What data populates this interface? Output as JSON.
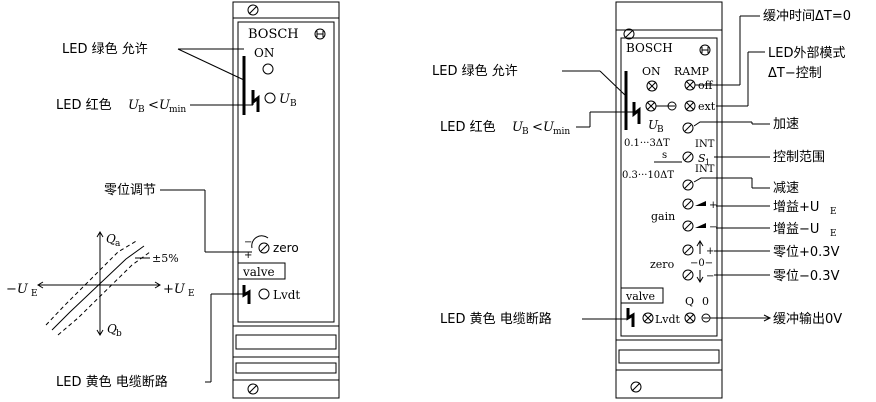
{
  "left_module": {
    "brand": "BOSCH",
    "on_label": "ON",
    "ub_label": "U",
    "ub_sub": "B",
    "zero_label": "zero",
    "valve_label": "valve",
    "lvdt_label": "Lvdt",
    "minus": "−",
    "plus": "+"
  },
  "left_callouts": {
    "led_green": "LED 绿色  允许",
    "led_red_prefix": "LED 红色  ",
    "led_red_U": "U",
    "led_red_sub": "B",
    "led_red_lt": "<",
    "led_red_U2": "U",
    "led_red_sub2": "min",
    "zero_adjust": "零位调节",
    "led_yellow": "LED 黄色   电缆断路"
  },
  "graph": {
    "qa": "Q",
    "qa_sub": "a",
    "qb": "Q",
    "qb_sub": "b",
    "minus_ue": "−U",
    "minus_ue_sub": "E",
    "plus_ue": "+U",
    "plus_ue_sub": "E",
    "pct": "±5%"
  },
  "right_module": {
    "brand": "BOSCH",
    "on_label": "ON",
    "ramp_label": "RAMP",
    "off_label": "off",
    "ext_label": "ext",
    "ub_label": "U",
    "ub_sub": "B",
    "range1": "0.1···3ΔT",
    "s_label": "s",
    "int1": "INT",
    "s1": "S",
    "s1_sub": "1",
    "range2": "0.3···10ΔT",
    "int2": "INT",
    "gain_label": "gain",
    "zero_label": "zero",
    "zero_mid": "−0−",
    "valve_label": "valve",
    "lvdt_label": "Lvdt",
    "q_label": "Q",
    "zero_digit": "0",
    "plus": "+",
    "minus": "−"
  },
  "right_callouts": {
    "led_green": "LED 绿色   允许",
    "led_red_prefix": "LED 红色  ",
    "buffer_time": "缓冲时间ΔT=0",
    "led_ext_mode": "LED外部模式",
    "dt_control": "ΔT−控制",
    "accel": "加速",
    "control_range": "控制范围",
    "decel": "减速",
    "gain_plus": "增益+U",
    "gain_minus": "增益−U",
    "gain_sub": "E",
    "zero_plus": "零位+0.3V",
    "zero_minus": "零位−0.3V",
    "led_yellow": "LED 黄色   电缆断路",
    "buffer_out": "缓冲输出0V"
  }
}
